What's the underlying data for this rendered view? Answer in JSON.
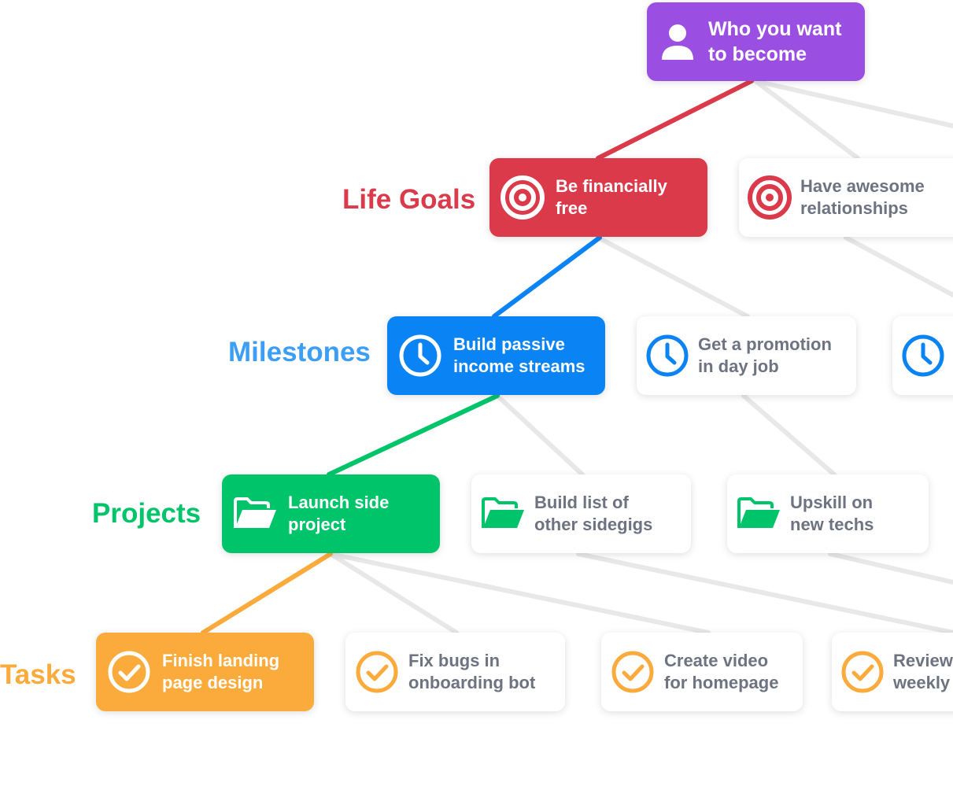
{
  "colors": {
    "purple": "#9b4fe2",
    "red": "#db3a4b",
    "blue": "#0a84f5",
    "green": "#00c46a",
    "orange": "#fbab3c",
    "gray_text": "#6d7380",
    "connector_gray": "#e8e8e8"
  },
  "levels": {
    "life_goals": "Life Goals",
    "milestones": "Milestones",
    "projects": "Projects",
    "tasks": "Tasks"
  },
  "root": {
    "label": "Who you want\nto become",
    "icon": "person-icon"
  },
  "goals": [
    {
      "label": "Be financially\nfree",
      "icon": "target-icon",
      "active": true
    },
    {
      "label": "Have awesome\nrelationships",
      "icon": "target-icon",
      "active": false
    }
  ],
  "milestones": [
    {
      "label": "Build passive\nincome streams",
      "icon": "clock-icon",
      "active": true
    },
    {
      "label": "Get a promotion\nin day job",
      "icon": "clock-icon",
      "active": false
    },
    {
      "label": "",
      "icon": "clock-icon",
      "active": false
    }
  ],
  "projects": [
    {
      "label": "Launch side\nproject",
      "icon": "folder-icon",
      "active": true
    },
    {
      "label": "Build list of\nother sidegigs",
      "icon": "folder-icon",
      "active": false
    },
    {
      "label": "Upskill on\nnew techs",
      "icon": "folder-icon",
      "active": false
    }
  ],
  "tasks": [
    {
      "label": "Finish landing\npage design",
      "icon": "check-circle-icon",
      "active": true
    },
    {
      "label": "Fix bugs in\nonboarding bot",
      "icon": "check-circle-icon",
      "active": false
    },
    {
      "label": "Create video\nfor homepage",
      "icon": "check-circle-icon",
      "active": false
    },
    {
      "label": "Review\nweekly",
      "icon": "check-circle-icon",
      "active": false
    }
  ]
}
